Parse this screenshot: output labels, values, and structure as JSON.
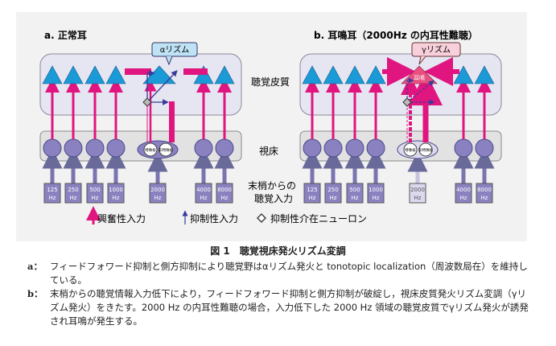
{
  "panel_a": {
    "title": "a. 正常耳",
    "rhythm": "αリズム"
  },
  "panel_b": {
    "title": "b. 耳鳴耳（2000Hz の内耳性難聴）",
    "rhythm": "γリズム",
    "tinnitus": "耳鳴"
  },
  "labels": {
    "cortex": "聴覚皮質",
    "thalamus": "視床",
    "input_line1": "末梢からの",
    "input_line2": "聴覚入力"
  },
  "nuclei": {
    "specific": "特殊核",
    "nonspecific": "非特殊核"
  },
  "frequencies": [
    "125",
    "250",
    "500",
    "1000",
    "2000",
    "4000",
    "8000"
  ],
  "unit": "Hz",
  "legend": {
    "excitatory": "興奮性入力",
    "inhibitory": "抑制性入力",
    "interneuron": "抑制性介在ニューロン"
  },
  "caption": {
    "title": "図 1　聴覚視床発火リズム変調",
    "a_key": "a：",
    "a_text": "フィードフォワード抑制と側方抑制により聴覚野はαリズム発火と tonotopic localization（周波数局在）を維持している。",
    "b_key": "b：",
    "b_text": "末梢からの聴覚情報入力低下により，フィードフォワード抑制と側方抑制が破綻し，視床皮質発火リズム変調（γリズム発火）をきたす。2000 Hz の内耳性難聴の場合，入力低下した 2000 Hz 領域の聴覚皮質でγリズム発火が誘発され耳鳴が発生する。"
  },
  "colors": {
    "excitatory": "#e0157f",
    "inhibitory": "#3a3a9a",
    "neuron": "#1a9ad6",
    "thalamus_cell": "#8a82c0",
    "alpha_box": "#bfe3f5",
    "gamma_box": "#f8d0dc"
  }
}
